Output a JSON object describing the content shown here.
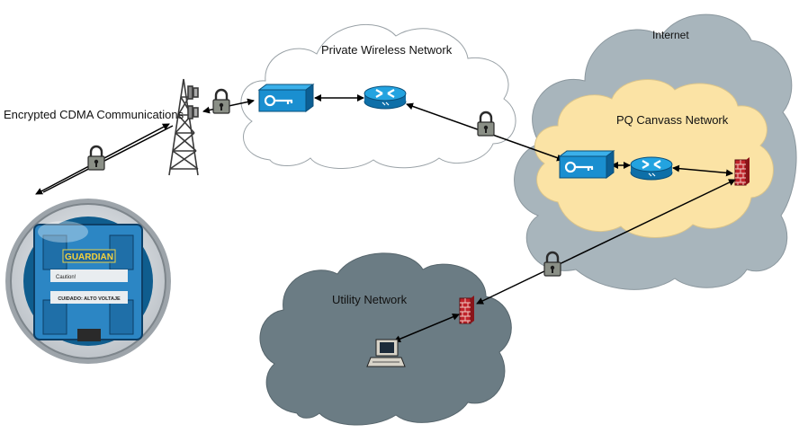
{
  "labels": {
    "cdma": "Encrypted CDMA Communications",
    "private_wireless": "Private Wireless Network",
    "internet": "Internet",
    "pq_canvass": "PQ Canvass Network",
    "utility": "Utility Network"
  },
  "meter": {
    "brand": "GUARDIAN",
    "caution_text": "Caution!",
    "cuidado_text": "CUIDADO: ALTO VOLTAJE"
  },
  "colors": {
    "internet_cloud": "#a8b5bc",
    "pq_cloud": "#fbe3a5",
    "utility_cloud": "#6b7c84",
    "private_cloud": "#ffffff",
    "device_blue": "#1a8fd0",
    "firewall_red": "#c0242b",
    "lock_gray": "#8a8f86"
  },
  "icons": {
    "lock": "padlock-icon",
    "router": "router-icon",
    "gateway": "encryption-gateway-icon",
    "firewall": "firewall-icon",
    "tower": "cell-tower-icon",
    "computer": "workstation-icon"
  }
}
